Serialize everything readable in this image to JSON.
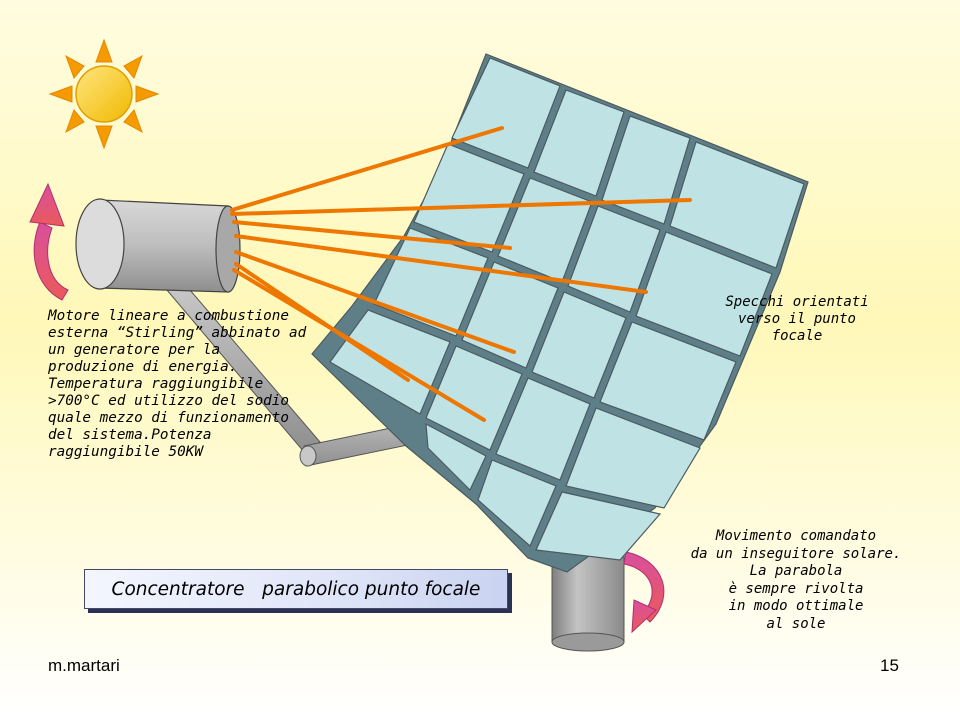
{
  "slide": {
    "engine_caption_lines": [
      "Motore lineare a combustione",
      "esterna “Stirling” abbinato ad",
      "un generatore per la",
      "produzione di energia.",
      "Temperatura raggiungibile",
      ">700°C ed utilizzo del sodio",
      "quale mezzo di funzionamento",
      "del sistema.Potenza",
      "raggiungibile 50KW"
    ],
    "mirrors_caption_lines": [
      "Specchi orientati",
      "verso il punto focale"
    ],
    "tracker_caption_lines": [
      "Movimento comandato",
      "da un inseguitore solare.",
      "La parabola",
      "è sempre rivolta",
      "in modo ottimale",
      "al sole"
    ],
    "title": "Concentratore   parabolico punto focale",
    "author": "m.martari",
    "page_number": "15"
  },
  "colors": {
    "background_top": "#fff8b8",
    "sun": "#f2c200",
    "sun_rays": "#f59a00",
    "focal_rays": "#ee7700",
    "mirror_fill": "#bfe2e4",
    "arrow": "#e04a8c",
    "engine": "#b9b9b9",
    "pole": "#a9a9a9"
  },
  "icons": [
    "sun-icon",
    "rotation-arrow-left-icon",
    "rotation-arrow-right-icon"
  ]
}
